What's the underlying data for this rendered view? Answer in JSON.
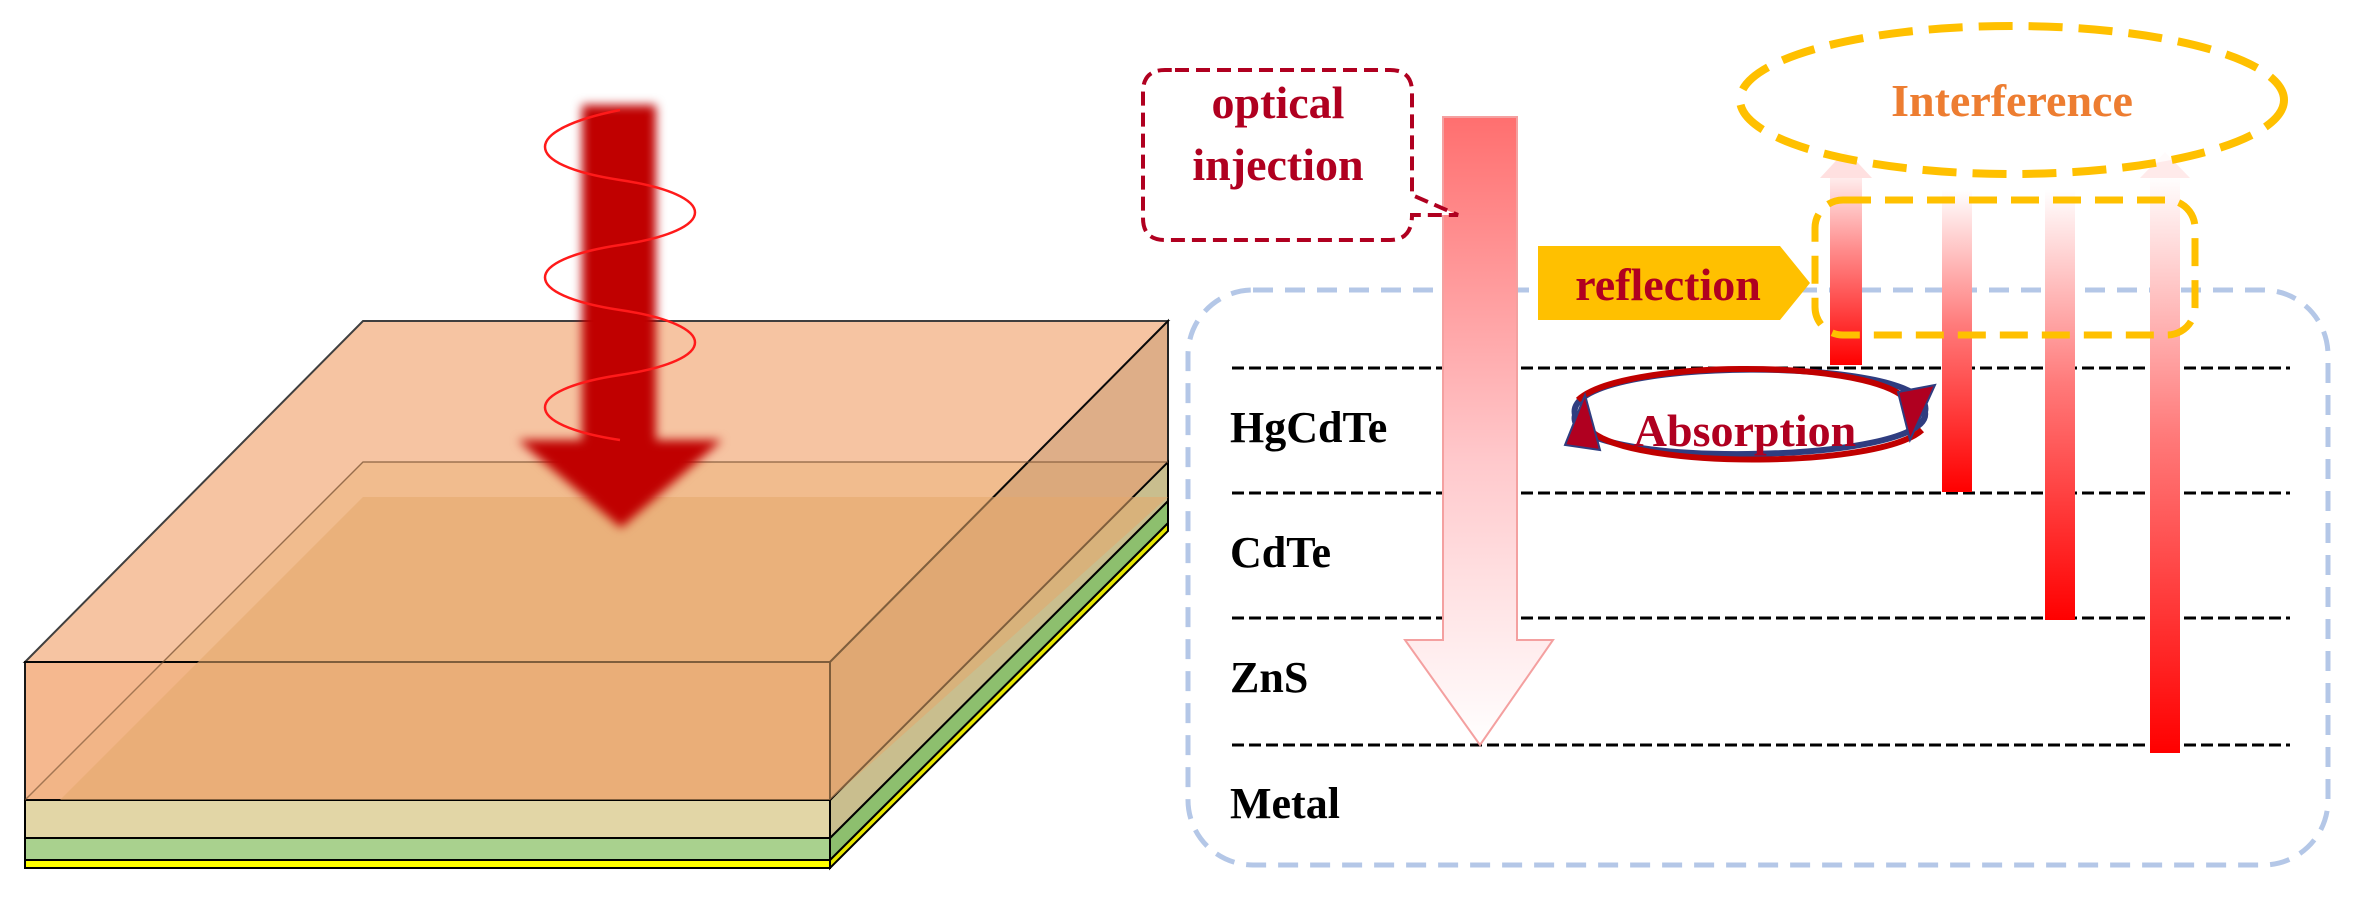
{
  "labels": {
    "optical_injection_line1": "optical",
    "optical_injection_line2": "injection",
    "interference": "Interference",
    "reflection": "reflection",
    "absorption": "Absorption"
  },
  "layers": [
    {
      "name": "HgCdTe"
    },
    {
      "name": "CdTe"
    },
    {
      "name": "ZnS"
    },
    {
      "name": "Metal"
    }
  ],
  "colors": {
    "dark_red": "#B00020",
    "arrow_red": "#C00000",
    "beam_red": "#FF0000",
    "gold": "#FFC000",
    "orange_text": "#ED7D31",
    "dash_blue": "#B4C7E7",
    "hgcdte_face": "#F4B183",
    "cdte_face": "#E2D6A6",
    "zns_face": "#A9D18E",
    "metal_face": "#FFFF00",
    "absorption_outline": "#2F3D80"
  },
  "icons": [
    "incident-light-arrow-icon",
    "wave-icon",
    "cycle-arrow-icon"
  ]
}
